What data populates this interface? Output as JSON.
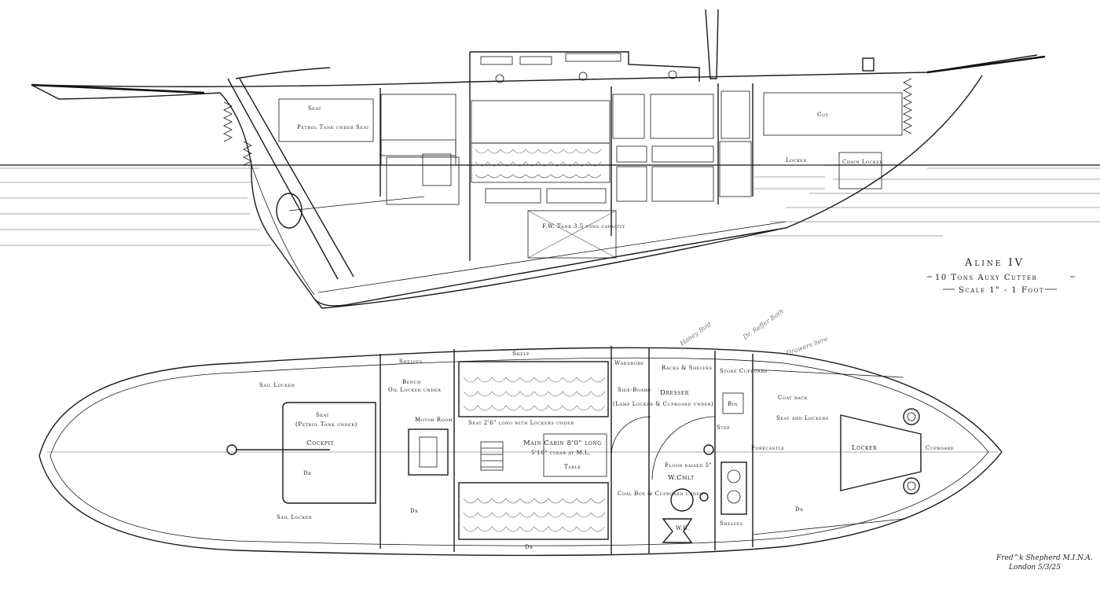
{
  "title": {
    "name": "Aline IV",
    "type": "10 Tons Auxy Cutter",
    "scale": "Scale 1\" - 1 Foot"
  },
  "signature": {
    "name": "Fred^k Shepherd M.I.N.A.",
    "place_date": "London 5/3/25"
  },
  "profile_labels": {
    "seat": "Seat",
    "petrol_tank": "Petrol Tank under Seat",
    "cot": "Cot",
    "locker": "Locker",
    "chain_locker": "Chain Locker",
    "water_tank": "F.W. Tank 3.5 tons capacity"
  },
  "plan_labels": {
    "sail_locker_top": "Sail Locker",
    "sail_locker_bottom": "Sail Locker",
    "seat": "Seat",
    "petrol_tank": "(Petrol Tank under)",
    "cockpit": "Cockpit",
    "shelves": "Shelves",
    "bench": "Bench",
    "oil_locker": "Oil Locker under",
    "motor_room": "Motor Room",
    "seat_under": "Seat 2'6\" long with Lockers under",
    "shelf": "Shelf",
    "main_cabin": "Main Cabin 8'0\" long",
    "clear_head": "5'10\" clear at M.L.",
    "table": "Table",
    "wardrobe": "Wardrobe",
    "racks_shelves": "Racks & Shelves",
    "sideboard": "Side-Board",
    "sideboard_note": "(Lamp Locker & Cupboard under)",
    "dresser": "Dresser",
    "store_cupboard": "Store Cupboard",
    "bin": "Bin",
    "step": "Step",
    "forecastle": "Forecastle",
    "floor_raised": "Floor raised 5\"",
    "wc": "W.Cmlt",
    "coal_box": "Coal Box & Cupboard under",
    "wb": "W.B.",
    "shelves_2": "Shelves",
    "coat_rack": "Coat rack",
    "seat_lockers": "Seat and Lockers",
    "locker": "Locker",
    "cupboard": "Cupboard",
    "dr": "Dr"
  },
  "pencil_notes": {
    "note1": "Honey Bird",
    "note2": "Dr. Reffer Bath",
    "note3": "Drawers here"
  }
}
